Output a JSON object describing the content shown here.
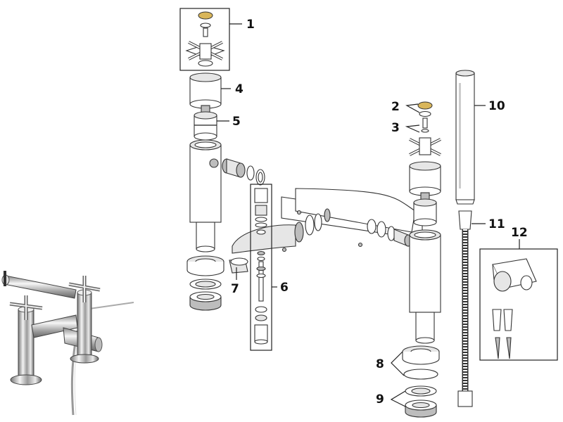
{
  "diagram": {
    "part_labels": [
      "1",
      "2",
      "3",
      "4",
      "5",
      "6",
      "7",
      "8",
      "9",
      "10",
      "11",
      "12"
    ]
  },
  "colors": {
    "line": "#222222",
    "part_fill": "#ffffff",
    "shade": "#bdbdbd",
    "cap_gold": "#d9b65a"
  }
}
